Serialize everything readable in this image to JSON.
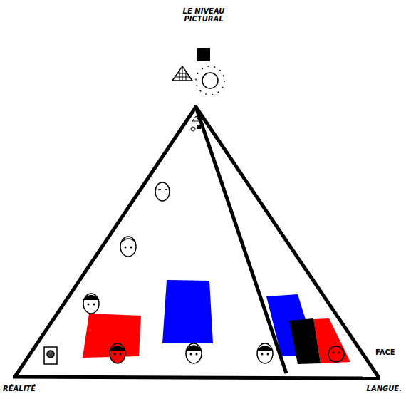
{
  "diagram": {
    "labels": [
      "LE NIVEAU PICTURAL",
      "RÉALITÉ",
      "LANGUE.",
      "FACE"
    ]
  }
}
